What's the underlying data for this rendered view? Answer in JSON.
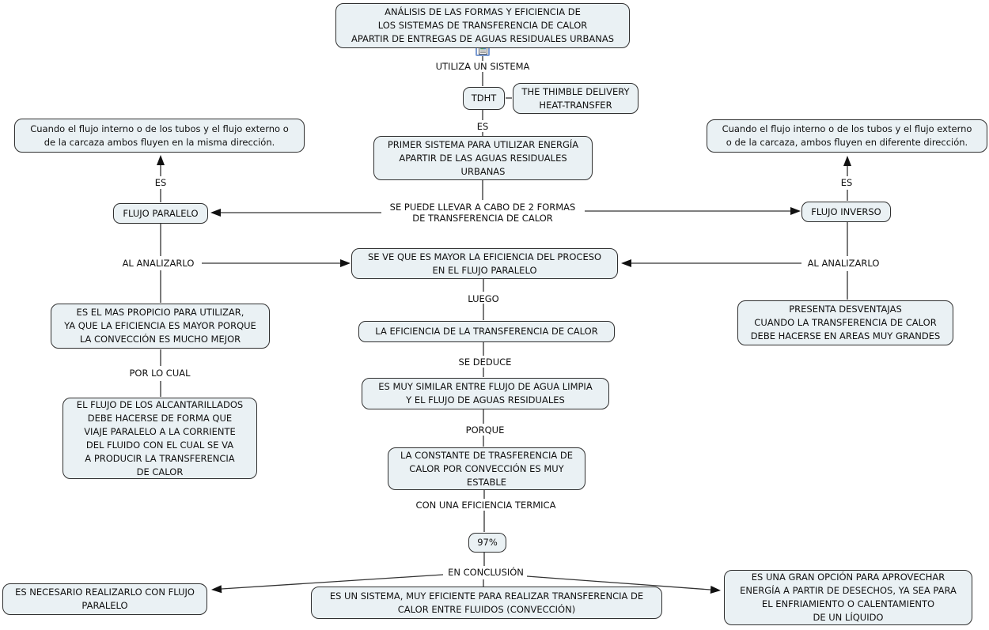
{
  "map": {
    "background": "#ffffff",
    "node_fill": "#eaf1f4",
    "node_border": "#2f2f2f",
    "line_color": "#333333",
    "icon_border": "#7b9bd2"
  },
  "nodes": {
    "title": {
      "text": "ANÁLISIS DE LAS FORMAS Y EFICIENCIA DE\nLOS SISTEMAS DE TRANSFERENCIA DE CALOR\nAPARTIR DE ENTREGAS DE AGUAS RESIDUALES URBANAS"
    },
    "tdht": {
      "text": "TDHT"
    },
    "thimble": {
      "text": "THE THIMBLE DELIVERY\nHEAT-TRANSFER"
    },
    "primer_sistema": {
      "text": "PRIMER SISTEMA PARA UTILIZAR ENERGÍA\nAPARTIR DE LAS AGUAS RESIDUALES\nURBANAS"
    },
    "paralelo_def": {
      "text": "Cuando el flujo interno o de los tubos y el flujo externo o\nde la carcaza ambos fluyen en la misma dirección."
    },
    "inverso_def": {
      "text": "Cuando el flujo interno o de los tubos y el flujo externo\no de la carcaza, ambos fluyen en diferente dirección."
    },
    "flujo_paralelo": {
      "text": "FLUJO PARALELO"
    },
    "flujo_inverso": {
      "text": "FLUJO INVERSO"
    },
    "se_ve": {
      "text": "SE VE QUE ES MAYOR LA EFICIENCIA DEL PROCESO\nEN EL FLUJO PARALELO"
    },
    "eficiencia": {
      "text": "LA EFICIENCIA DE LA TRANSFERENCIA DE CALOR"
    },
    "similar": {
      "text": "ES MUY SIMILAR ENTRE FLUJO DE AGUA LIMPIA\nY EL FLUJO DE AGUAS RESIDUALES"
    },
    "constante": {
      "text": "LA CONSTANTE DE TRASFERENCIA DE\nCALOR POR CONVECCIÓN ES MUY\nESTABLE"
    },
    "propicio": {
      "text": "ES EL MAS PROPICIO PARA UTILIZAR,\nYA QUE LA EFICIENCIA ES MAYOR PORQUE\nLA CONVECCIÓN ES MUCHO MEJOR"
    },
    "alcantarillados": {
      "text": "EL FLUJO DE LOS ALCANTARILLADOS\nDEBE HACERSE DE FORMA QUE\nVIAJE PARALELO A LA CORRIENTE\nDEL FLUIDO CON EL CUAL SE VA\nA PRODUCIR LA TRANSFERENCIA\nDE CALOR"
    },
    "desventajas": {
      "text": "PRESENTA DESVENTAJAS\nCUANDO LA TRANSFERENCIA DE CALOR\nDEBE HACERSE EN AREAS MUY GRANDES"
    },
    "porcentaje": {
      "text": "97%"
    },
    "necesario": {
      "text": "ES NECESARIO REALIZARLO CON FLUJO\nPARALELO"
    },
    "sistema_eficiente": {
      "text": "ES UN SISTEMA, MUY EFICIENTE PARA REALIZAR TRANSFERENCIA DE\nCALOR ENTRE FLUIDOS (CONVECCIÓN)"
    },
    "gran_opcion": {
      "text": "ES UNA GRAN OPCIÓN PARA APROVECHAR\nENERGÍA A PARTIR DE DESECHOS, YA SEA PARA\nEL ENFRIAMIENTO O CALENTAMIENTO\nDE UN LÍQUIDO"
    }
  },
  "labels": {
    "utiliza": "UTILIZA UN SISTEMA",
    "es_tdht": "ES",
    "se_puede": "SE PUEDE LLEVAR A CABO DE 2 FORMAS\nDE TRANSFERENCIA DE CALOR",
    "es_left": "ES",
    "es_right": "ES",
    "al_analizarlo_left": "AL ANALIZARLO",
    "al_analizarlo_right": "AL ANALIZARLO",
    "luego": "LUEGO",
    "se_deduce": "SE DEDUCE",
    "porque": "PORQUE",
    "con_una": "CON UNA EFICIENCIA TERMICA",
    "por_lo_cual": "POR LO CUAL",
    "en_conclusion": "EN CONCLUSIÓN"
  },
  "icons": {
    "resource_icon": "document-image-resource"
  }
}
